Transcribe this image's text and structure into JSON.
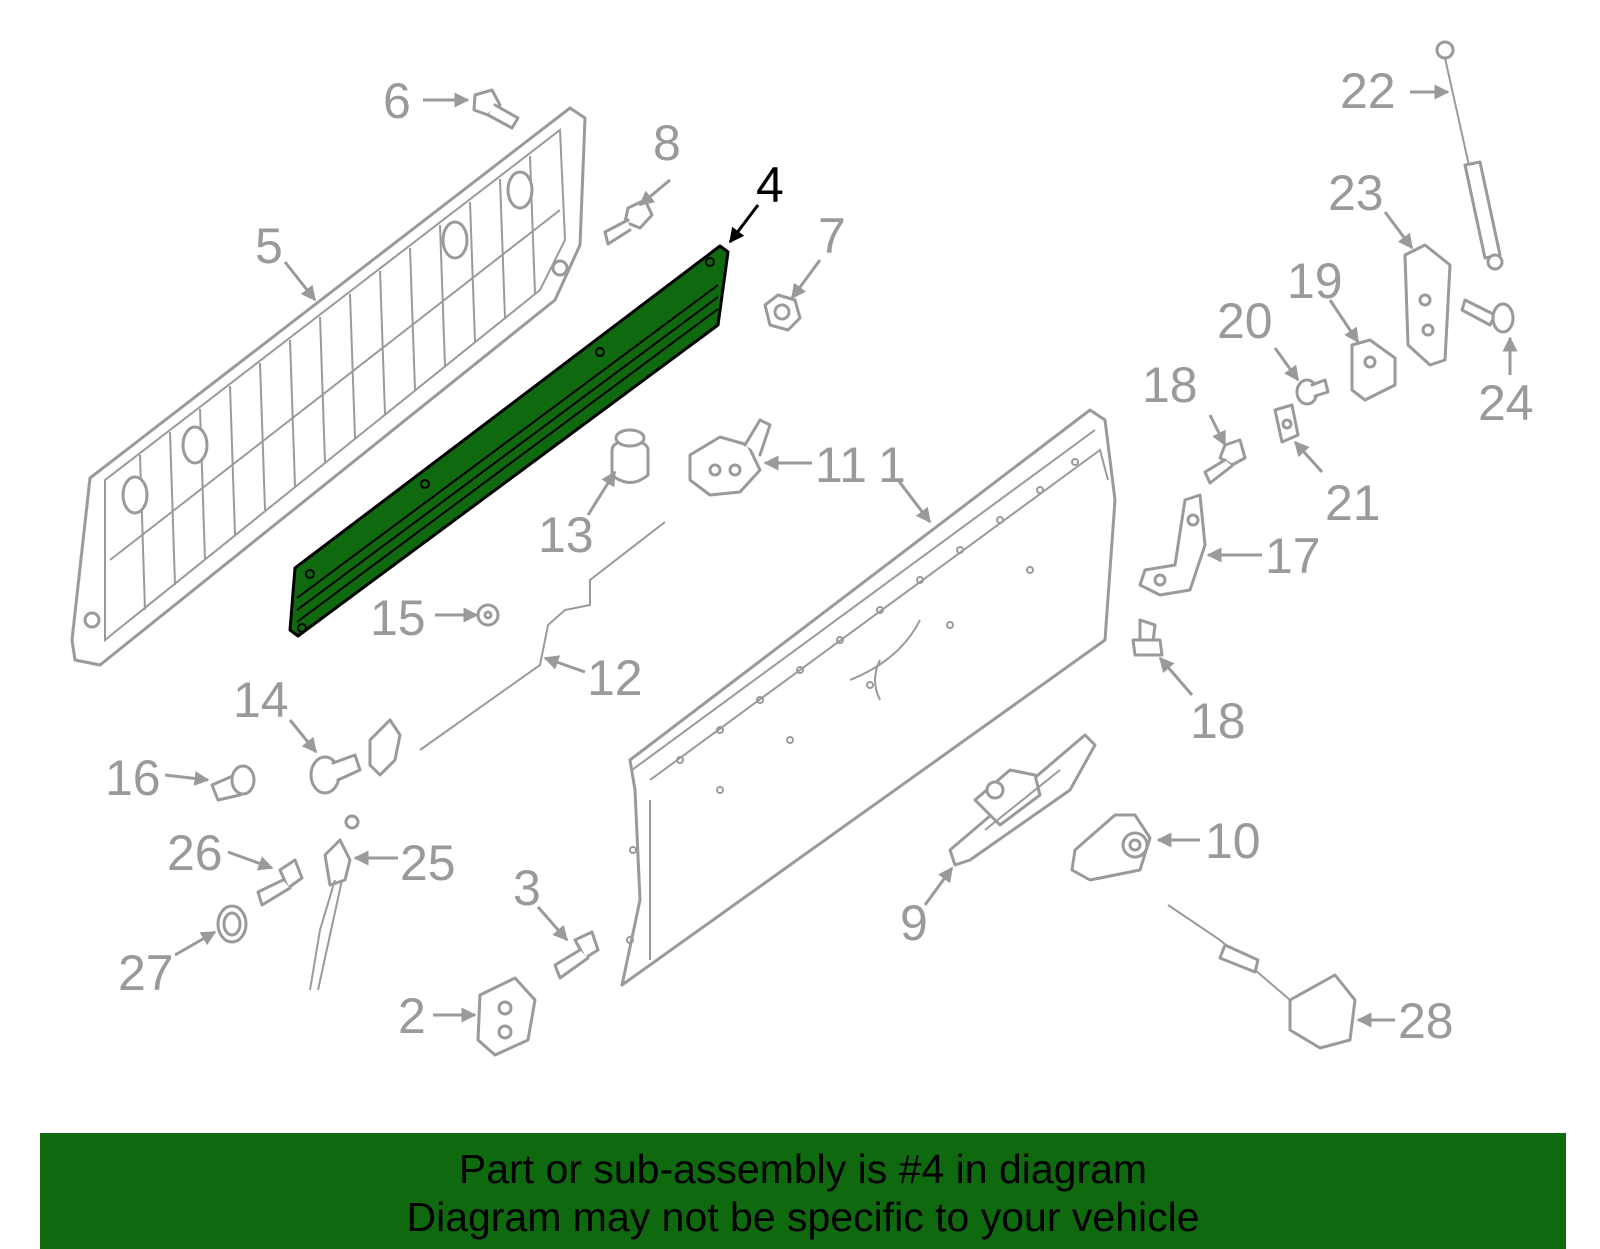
{
  "highlight_color": "#0f6a0f",
  "callout_color": "#9a9a9a",
  "active_callout_color": "#000000",
  "callouts": {
    "c1": "1",
    "c2": "2",
    "c3": "3",
    "c4": "4",
    "c5": "5",
    "c6": "6",
    "c7": "7",
    "c8": "8",
    "c9": "9",
    "c10": "10",
    "c11": "11",
    "c12": "12",
    "c13": "13",
    "c14": "14",
    "c15": "15",
    "c16": "16",
    "c17": "17",
    "c18a": "18",
    "c18b": "18",
    "c19": "19",
    "c20": "20",
    "c21": "21",
    "c22": "22",
    "c23": "23",
    "c24": "24",
    "c25": "25",
    "c26": "26",
    "c27": "27",
    "c28": "28"
  },
  "banner": {
    "line1": "Part or sub-assembly is #4 in diagram",
    "line2": "Diagram may not be specific to your vehicle"
  }
}
